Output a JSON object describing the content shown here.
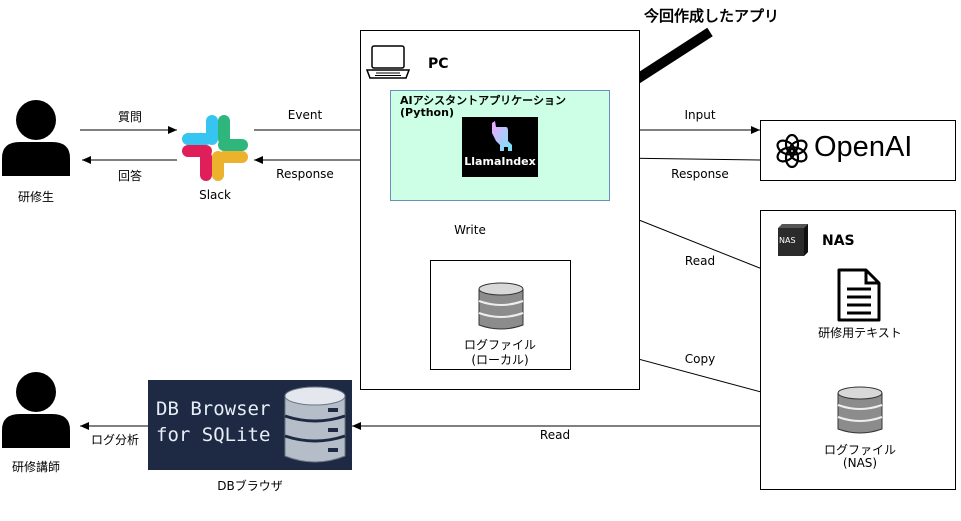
{
  "actors": {
    "trainee": "研修生",
    "instructor": "研修講師"
  },
  "slack": {
    "label": "Slack"
  },
  "pc": {
    "title": "PC"
  },
  "app": {
    "title": "AIアシスタントアプリケーション",
    "subtitle": "(Python)",
    "logo_text": "LlamaIndex"
  },
  "callout": "今回作成したアプリ",
  "openai": {
    "label": "OpenAI"
  },
  "nas": {
    "title": "NAS",
    "icon_text": "NAS",
    "text_label": "研修用テキスト",
    "log_label": "ログファイル",
    "log_sub": "(NAS)"
  },
  "local_log": {
    "label": "ログファイル",
    "sub": "(ローカル)"
  },
  "db_browser": {
    "line1": "DB Browser",
    "line2": "for SQLite",
    "label": "DBブラウザ"
  },
  "edges": {
    "question": "質問",
    "answer": "回答",
    "event": "Event",
    "response_slack": "Response",
    "input": "Input",
    "response_openai": "Response",
    "write": "Write",
    "read_text": "Read",
    "copy": "Copy",
    "read_db": "Read",
    "log_analysis": "ログ分析"
  },
  "colors": {
    "app_fill": "#ccffe6",
    "app_border": "#6c8ebf",
    "db_browser_bg": "#1e2a44"
  }
}
